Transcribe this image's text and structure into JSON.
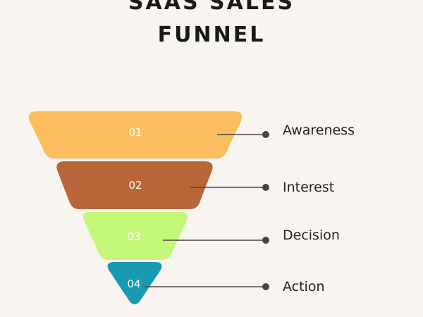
{
  "title": [
    "SAAS SALES",
    "FUNNEL"
  ],
  "stages": [
    {
      "number": "01",
      "label": "Awareness",
      "color": "#fbbd5e"
    },
    {
      "number": "02",
      "label": "Interest",
      "color": "#b9653a"
    },
    {
      "number": "03",
      "label": "Decision",
      "color": "#c4f77a"
    },
    {
      "number": "04",
      "label": "Action",
      "color": "#1799b1"
    }
  ],
  "colors": {
    "background": "#f8f5f1",
    "connector": "#444444",
    "stage_number_text": "#ffffff",
    "title_text": "#1a1a1a"
  }
}
